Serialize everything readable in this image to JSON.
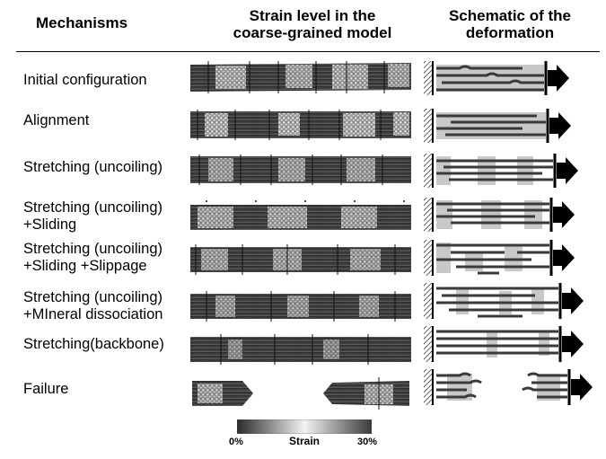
{
  "headers": {
    "mechanisms": "Mechanisms",
    "strain_line1": "Strain level in the",
    "strain_line2": "coarse-grained model",
    "schematic_line1": "Schematic of the",
    "schematic_line2": "deformation"
  },
  "rows": [
    {
      "label_line1": "Initial configuration",
      "label_line2": ""
    },
    {
      "label_line1": "Alignment",
      "label_line2": ""
    },
    {
      "label_line1": "Stretching (uncoiling)",
      "label_line2": ""
    },
    {
      "label_line1": "Stretching (uncoiling)",
      "label_line2": "+Sliding"
    },
    {
      "label_line1": "Stretching (uncoiling)",
      "label_line2": "+Sliding +Slippage"
    },
    {
      "label_line1": "Stretching (uncoiling)",
      "label_line2": "+MIneral dissociation"
    },
    {
      "label_line1": "Stretching(backbone)",
      "label_line2": ""
    },
    {
      "label_line1": "Failure",
      "label_line2": ""
    }
  ],
  "colorbar": {
    "min_label": "0%",
    "title": "Strain",
    "max_label": "30%",
    "colors": [
      "#2a2a2a",
      "#f2f2f2",
      "#3a3a3a"
    ]
  }
}
